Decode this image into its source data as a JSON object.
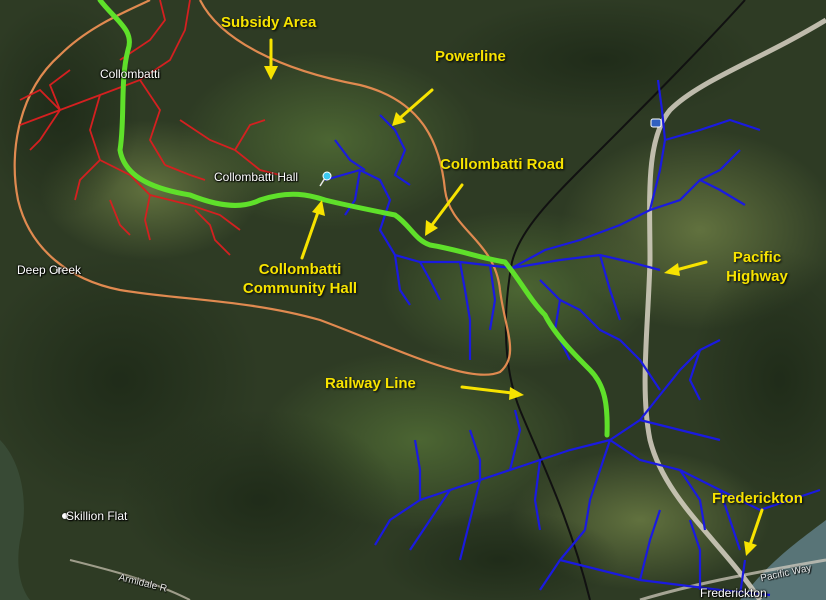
{
  "places": {
    "collombatti": "Collombatti",
    "collombatti_hall": "Collombatti Hall",
    "deep_creek": "Deep Creek",
    "skillion_flat": "Skillion Flat",
    "frederickton": "Frederickton"
  },
  "callouts": {
    "subsidy_area": "Subsidy Area",
    "powerline": "Powerline",
    "collombatti_road": "Collombatti Road",
    "community_hall_line1": "Collombatti",
    "community_hall_line2": "Community Hall",
    "pacific_highway_line1": "Pacific",
    "pacific_highway_line2": "Highway",
    "railway_line": "Railway Line",
    "frederickton": "Frederickton"
  },
  "road_labels": {
    "armidale_road": "Armidale R",
    "pacific_way": "Pacific Way"
  },
  "colors": {
    "subsidy_boundary": "#e08a50",
    "powerline_red": "#d42020",
    "powerline_blue": "#1a1ae0",
    "collombatti_road": "#5fe02a",
    "railway": "#111111",
    "highway": "#d8d2c4",
    "callout_text": "#f7e300"
  },
  "icons": {
    "hall_marker": "pushpin-icon",
    "highway_shield": "highway-shield-icon"
  }
}
